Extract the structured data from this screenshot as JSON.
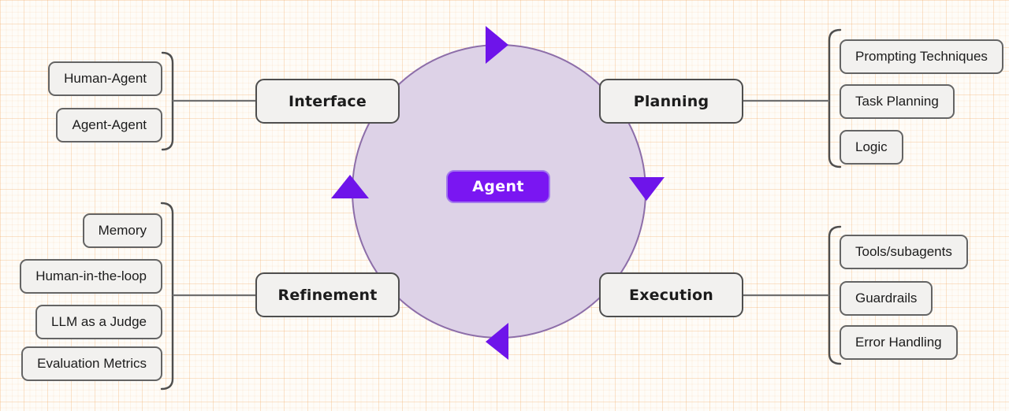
{
  "diagram": {
    "title": "Agent",
    "center": {
      "label": "Agent",
      "fill": "#7a16f2",
      "text_color": "#ffffff"
    },
    "cycle": {
      "circle_fill": "#ddd2e7",
      "circle_stroke": "#8d6ea9",
      "arrow_color": "#6e14ea",
      "arrow_directions": [
        "right",
        "down",
        "left",
        "up"
      ]
    },
    "branches": [
      {
        "label": "Interface",
        "position": "top-left",
        "items": [
          "Human-Agent",
          "Agent-Agent"
        ]
      },
      {
        "label": "Planning",
        "position": "top-right",
        "items": [
          "Prompting Techniques",
          "Task Planning",
          "Logic"
        ]
      },
      {
        "label": "Refinement",
        "position": "bottom-left",
        "items": [
          "Memory",
          "Human-in-the-loop",
          "LLM as a Judge",
          "Evaluation Metrics"
        ]
      },
      {
        "label": "Execution",
        "position": "bottom-right",
        "items": [
          "Tools/subagents",
          "Guardrails",
          "Error Handling"
        ]
      }
    ]
  }
}
